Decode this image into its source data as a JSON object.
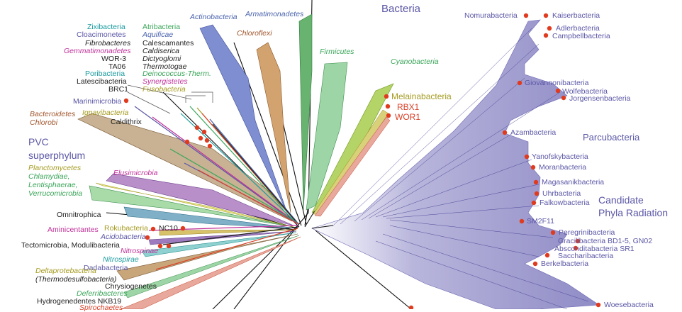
{
  "colors": {
    "purple": "#5b57a6",
    "teal": "#1a9ba0",
    "green": "#3aa659",
    "olive": "#a59b20",
    "brown": "#a0552b",
    "magenta": "#c0309a",
    "red": "#d94127",
    "blue": "#4a63ad",
    "black": "#222222",
    "dot": "#e03a1f"
  },
  "labels": {
    "bacteria": "Bacteria",
    "parcubacteria": "Parcubacteria",
    "cpr_line1": "Candidate",
    "cpr_line2": "Phyla Radiation",
    "pvc_line1": "PVC",
    "pvc_line2": "superphylum",
    "actinobacteria": "Actinobacteria",
    "armatimonadetes": "Armatimonadetes",
    "chloroflexi": "Chloroflexi",
    "firmicutes": "Firmicutes",
    "cyanobacteria": "Cyanobacteria",
    "melainabacteria": "Melainabacteria",
    "rbx1": "RBX1",
    "wor1": "WOR1",
    "zixibacteria": "Zixibacteria",
    "cloacimonetes": "Cloacimonetes",
    "fibrobacteres": "Fibrobacteres",
    "gemmatimonadetes": "Gemmatimonadetes",
    "wor3": "WOR-3",
    "ta06": "TA06",
    "poribacteria": "Poribacteria",
    "latescibacteria": "Latescibacteria",
    "brc1": "BRC1",
    "atribacteria": "Atribacteria",
    "aquificae": "Aquificae",
    "calescamantes": "Calescamantes",
    "caldiserica": "Caldiserica",
    "dictyoglomi": "Dictyoglomi",
    "thermotogae": "Thermotogae",
    "deinococcus": "Deinococcus-Therm.",
    "synergistetes": "Synergistetes",
    "fusobacteria": "Fusobacteria",
    "marinimicrobia": "Marinimicrobia",
    "bacteroidetes": "Bacteroidetes",
    "chlorobi": "Chlorobi",
    "ignavibacteria": "Ignavibacteria",
    "caldithrix": "Caldithrix",
    "planctomycetes": "Planctomycetes",
    "chlamydiae": "Chlamydiae,",
    "lentisphaerae": "Lentisphaerae,",
    "verrucomicrobia": "Verrucomicrobia",
    "elusimicrobia": "Elusimicrobia",
    "omnitrophica": "Omnitrophica",
    "aminicentantes": "Aminicentantes",
    "rokubacteria": "Rokubacteria",
    "nc10": "NC10",
    "acidobacteria": "Acidobacteria",
    "tectomicrobia": "Tectomicrobia, Modulibacteria",
    "nitrospinae": "Nitrospinae",
    "nitrospirae": "Nitrospirae",
    "dadabacteria": "Dadabacteria",
    "deltaproteobacteria": "Deltaprotebacteria",
    "thermodesulfobacteria": "(Thermodesulfobacteria)",
    "chrysiogenetes": "Chrysiogenetes",
    "deferribacteres": "Deferribacteres",
    "hydrogenedentes": "Hydrogenedentes NKB19",
    "spirochaetes": "Spirochaetes",
    "nomurabacteria": "Nomurabacteria",
    "kaiserbacteria": "Kaiserbacteria",
    "adlerbacteria": "Adlerbacteria",
    "campbellbacteria": "Campbellbacteria",
    "giovannonibacteria": "Giovannonibacteria",
    "wolfebacteria": "Wolfebacteria",
    "jorgensenbacteria": "Jorgensenbacteria",
    "azambacteria": "Azambacteria",
    "yanofskybacteria": "Yanofskybacteria",
    "moranbacteria": "Moranbacteria",
    "magasanikbacteria": "Magasanikbacteria",
    "uhrbacteria": "Uhrbacteria",
    "falkowbacteria": "Falkowbacteria",
    "sm2f11": "SM2F11",
    "peregrinibacteria": "Peregrinibacteria",
    "gracilibacteria": "Gracilibacteria BD1-5, GN02",
    "absconditabacteria": "Absconditabacteria SR1",
    "saccharibacteria": "Saccharibacteria",
    "berkelbacteria": "Berkelbacteria",
    "woesebacteria": "Woesebacteria"
  }
}
